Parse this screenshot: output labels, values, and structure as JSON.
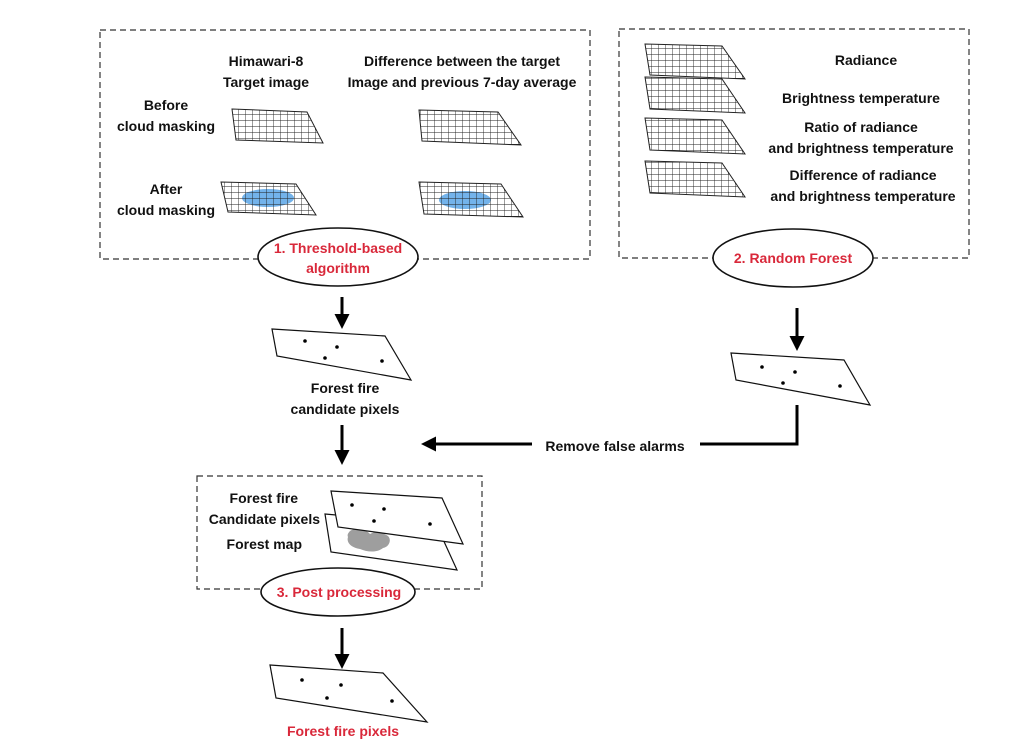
{
  "panel1": {
    "col1_header": [
      "Himawari-8",
      "Target image"
    ],
    "col2_header": [
      "Difference between the target",
      "Image and previous 7-day average"
    ],
    "row1_label": [
      "Before",
      "cloud masking"
    ],
    "row2_label": [
      "After",
      "cloud masking"
    ],
    "stage_label": [
      "1. Threshold-based",
      "algorithm"
    ]
  },
  "panel2": {
    "variables": [
      [
        "Radiance"
      ],
      [
        "Brightness temperature"
      ],
      [
        "Ratio of radiance",
        "and brightness temperature"
      ],
      [
        "Difference of radiance",
        "and brightness temperature"
      ]
    ],
    "stage_label": [
      "2. Random Forest"
    ]
  },
  "middle": {
    "candidate_label": [
      "Forest fire",
      "candidate pixels"
    ],
    "remove_label": "Remove false alarms"
  },
  "panel3": {
    "layer1_label": [
      "Forest fire",
      "Candidate pixels"
    ],
    "layer2_label": "Forest map",
    "stage_label": [
      "3. Post processing"
    ]
  },
  "output": {
    "label": "Forest fire pixels"
  },
  "colors": {
    "stage_text": "#d9283a",
    "cloud_mask": "#5aa6e8",
    "forest_map": "#9e9e9e",
    "arrow": "#000000",
    "dashed_border": "#333333"
  },
  "icons": [
    "grid-layer-icon",
    "flat-layer-icon",
    "arrow-down-icon",
    "arrow-left-icon"
  ]
}
